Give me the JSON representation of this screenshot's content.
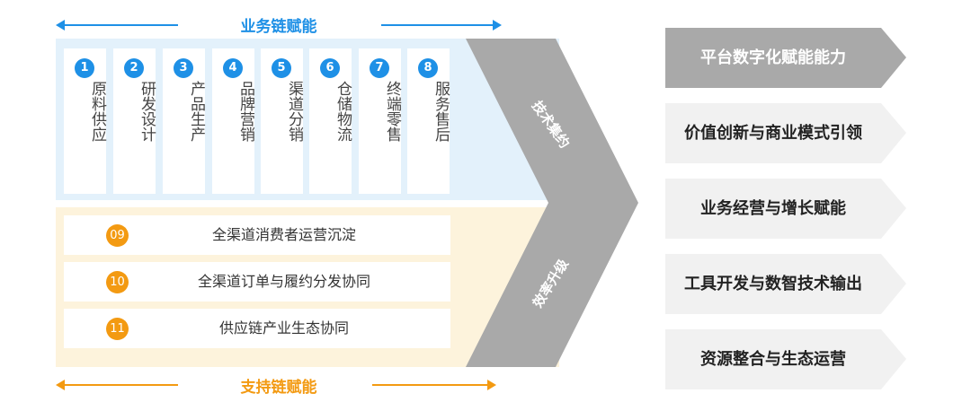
{
  "top_title": "业务链赋能",
  "bottom_title": "支持链赋能",
  "value_chain": [
    {
      "num": "1",
      "label": "原料供应"
    },
    {
      "num": "2",
      "label": "研发设计"
    },
    {
      "num": "3",
      "label": "产品生产"
    },
    {
      "num": "4",
      "label": "品牌营销"
    },
    {
      "num": "5",
      "label": "渠道分销"
    },
    {
      "num": "6",
      "label": "仓储物流"
    },
    {
      "num": "7",
      "label": "终端零售"
    },
    {
      "num": "8",
      "label": "服务售后"
    }
  ],
  "support_chain": [
    {
      "num": "09",
      "label": "全渠道消费者运营沉淀"
    },
    {
      "num": "10",
      "label": "全渠道订单与履约分发协同"
    },
    {
      "num": "11",
      "label": "供应链产业生态协同"
    }
  ],
  "chevron_labels": {
    "upper": "技术集约",
    "lower": "效率升级"
  },
  "capabilities": [
    "平台数字化赋能能力",
    "价值创新与商业模式引领",
    "业务经营与增长赋能",
    "工具开发与数智技术输出",
    "资源整合与生态运营"
  ],
  "colors": {
    "blue": "#1e90e6",
    "orange": "#f39a12",
    "gray": "#a8a8a8",
    "light_blue_bg": "#e3f1fb",
    "light_yellow_bg": "#fdf3dc"
  }
}
